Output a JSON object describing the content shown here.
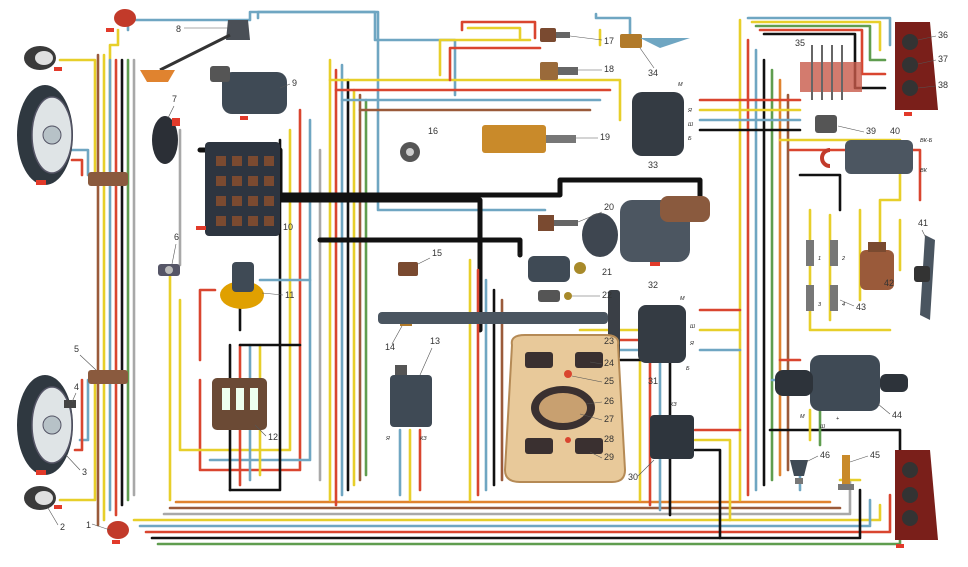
{
  "diagram": {
    "component_numbers": [
      "1",
      "2",
      "3",
      "4",
      "5",
      "6",
      "7",
      "8",
      "9",
      "10",
      "11",
      "12",
      "13",
      "14",
      "15",
      "16",
      "17",
      "18",
      "19",
      "20",
      "21",
      "22",
      "23",
      "24",
      "25",
      "26",
      "27",
      "28",
      "29",
      "30",
      "31",
      "32",
      "33",
      "34",
      "35",
      "36",
      "37",
      "38",
      "39",
      "40",
      "41",
      "42",
      "43",
      "44",
      "45",
      "46"
    ],
    "terminal_labels": [
      "ВК-Б",
      "ВК",
      "КЗ",
      "Б",
      "М",
      "Ш",
      "Я",
      "КЗ",
      "М",
      "Я",
      "Ш",
      "Б",
      "М",
      "Ш",
      "Я",
      "+",
      "Б",
      "1",
      "2",
      "3",
      "4"
    ]
  },
  "colors": {
    "blue": "#6fa6c2",
    "yellow": "#e7cf2a",
    "red": "#d9452f",
    "brown": "#9a5a3a",
    "green": "#5f9d4f",
    "black": "#111111",
    "grey": "#a8a8a8",
    "orange": "#e0832f",
    "component_body": "#3f4a55",
    "lamp_red": "#c23a2a"
  }
}
